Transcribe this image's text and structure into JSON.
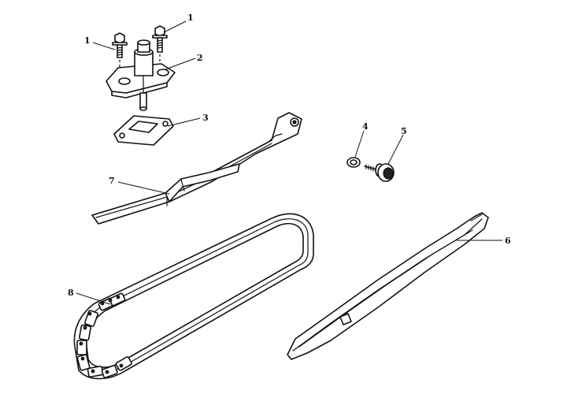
{
  "callouts": {
    "c1a": "1",
    "c1b": "1",
    "c2": "2",
    "c3": "3",
    "c4": "4",
    "c5": "5",
    "c6": "6",
    "c7": "7",
    "c8": "8"
  },
  "colors": {
    "line": "#111111",
    "background": "#ffffff"
  }
}
